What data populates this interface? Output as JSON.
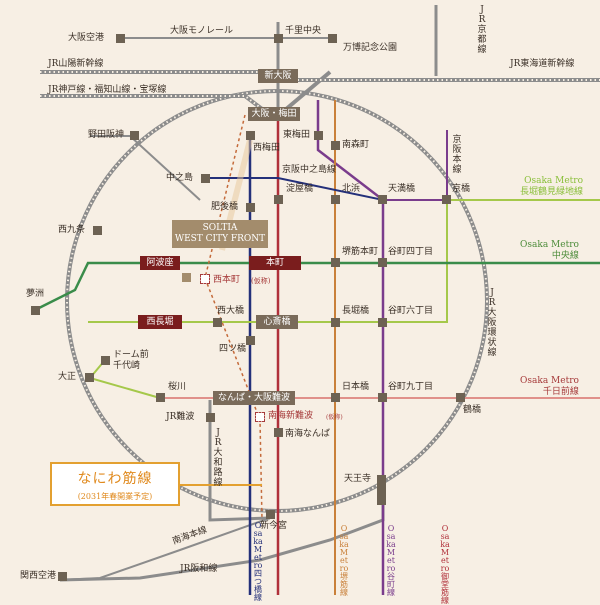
{
  "stations": {
    "senri_chuo": "千里中央",
    "banpaku": "万博記念公園",
    "osaka_airport": "大阪空港",
    "shin_osaka": "新大阪",
    "osaka_umeda": "大阪・梅田",
    "higashi_umeda": "東梅田",
    "nishi_umeda": "西梅田",
    "nakanoshima": "中之島",
    "higobashi": "肥後橋",
    "yodoyabashi": "淀屋橋",
    "kitahama": "北浜",
    "tenmabashi": "天満橋",
    "kyobashi": "京橋",
    "minamimorimachi": "南森町",
    "nodahanshin": "野田阪神",
    "nishikujo": "西九条",
    "yumeshima": "夢洲",
    "awaza": "阿波座",
    "nishihommachi": "西本町",
    "nishihommachi_note": "(仮称)",
    "hommachi": "本町",
    "sakaisuji_hommachi": "堺筋本町",
    "tanimachi4": "谷町四丁目",
    "nishinagahori": "西長堀",
    "nishiohashi": "西大橋",
    "shinsaibashi": "心斎橋",
    "nagahoribashi": "長堀橋",
    "tanimachi6": "谷町六丁目",
    "yotsubashi": "四ツ橋",
    "dome_mae": "ドーム前\n千代崎",
    "taisho": "大正",
    "sakuragawa": "桜川",
    "namba": "なんば・大阪難波",
    "nipponbashi": "日本橋",
    "tanimachi9": "谷町九丁目",
    "tsuruhashi": "鶴橋",
    "jr_namba": "JR難波",
    "nankai_shin_namba": "南海新難波",
    "nankai_shin_namba_note": "(仮称)",
    "nankai_namba": "南海なんば",
    "tennoji": "天王寺",
    "shin_imamiya": "新今宮",
    "kansai_airport": "関西空港"
  },
  "lines": {
    "osaka_monorail": "大阪モノレール",
    "jr_sanyo": "JR山陽新幹線",
    "jr_kobe": "JR神戸線・福知山線・宝塚線",
    "jr_kyoto": "JR京都線",
    "jr_tokaido": "JR東海道新幹線",
    "keihan": "京阪本線",
    "osaka_chuo": "京阪中之島線",
    "metro_nagahori": "Osaka Metro\n長堀鶴見緑地線",
    "metro_chuo": "Osaka Metro\n中央線",
    "jr_loop": "JR大阪環状線",
    "metro_sennichimae": "Osaka Metro\n千日前線",
    "jr_yamatoji": "JR大和路線",
    "nankai": "南海本線",
    "jr_hanwa": "JR阪和線",
    "metro_yotsubashi": "Osaka Metro四つ橋線",
    "metro_sakaisuji": "Osaka Metro堺筋線",
    "metro_tanimachi": "Osaka Metro谷町線",
    "metro_midosuji": "Osaka Metro御堂筋線"
  },
  "property": "SOLTIA\nWEST CITY FRONT",
  "naniwa": {
    "title": "なにわ筋線",
    "note": "(2031年春開業予定)"
  },
  "colors": {
    "background": "#f7efe4",
    "jr_gray": "#8c8c8c",
    "midosuji": "#b0303a",
    "yotsubashi": "#24307a",
    "tanimachi": "#7a3c8c",
    "sakaisuji": "#c9803a",
    "chuo": "#3a8c4a",
    "nagahori": "#a5c84a",
    "sennichimae": "#e0908a",
    "naniwa": "#e3a030"
  }
}
